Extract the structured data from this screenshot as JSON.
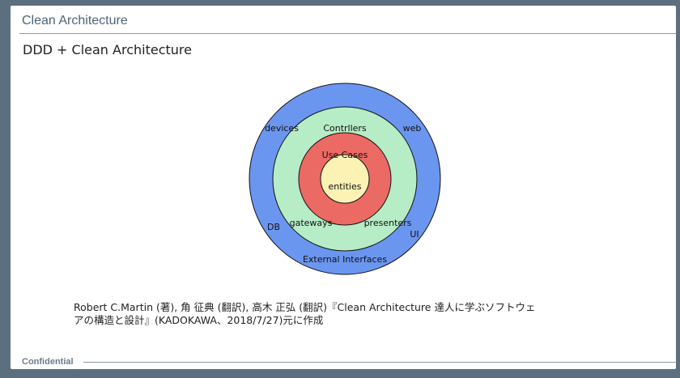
{
  "header": {
    "title": "Clean Architecture"
  },
  "slide": {
    "subtitle": "DDD + Clean Architecture"
  },
  "diagram": {
    "rings": [
      {
        "name": "outer",
        "color": "#6b96f0"
      },
      {
        "name": "controllers",
        "color": "#b6ecc6"
      },
      {
        "name": "use-cases",
        "color": "#ec6a64"
      },
      {
        "name": "entities",
        "color": "#fbf2b4"
      }
    ],
    "labels": {
      "devices": "devices",
      "web": "web",
      "db": "DB",
      "ui": "UI",
      "external_interfaces": "External Interfaces",
      "controllers": "Contrllers",
      "gateways": "gateways",
      "presenters": "presenters",
      "use_cases": "Use Cases",
      "entities": "entities"
    }
  },
  "caption": {
    "line1": "Robert C.Martin (著), 角 征典 (翻訳), 高木 正弘 (翻訳)『Clean Architecture 達人に学ぶソフトウェ",
    "line2": "アの構造と設計』(KADOKAWA、2018/7/27)元に作成"
  },
  "footer": {
    "label": "Confidential"
  }
}
